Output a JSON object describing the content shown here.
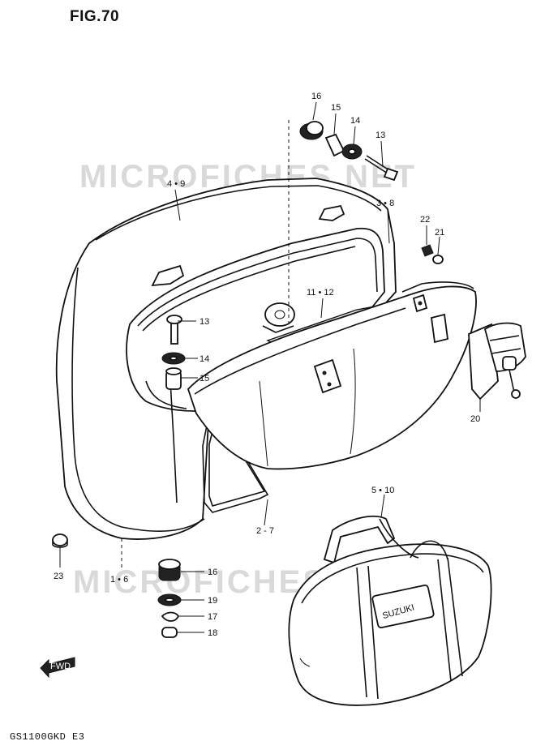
{
  "figure": {
    "title": "FIG.70",
    "footer": "GS1100GKD E3"
  },
  "watermark": "MICROFICHES.NET",
  "fwd_mark": "FWD",
  "bag_logo": "SUZUKI",
  "callouts": [
    {
      "id": "4-9",
      "label": "4 • 9"
    },
    {
      "id": "16-top",
      "label": "16"
    },
    {
      "id": "15-top",
      "label": "15"
    },
    {
      "id": "14-top",
      "label": "14"
    },
    {
      "id": "13-top",
      "label": "13"
    },
    {
      "id": "3-8",
      "label": "3 • 8"
    },
    {
      "id": "22",
      "label": "22"
    },
    {
      "id": "21",
      "label": "21"
    },
    {
      "id": "11-12",
      "label": "11 • 12"
    },
    {
      "id": "13-mid",
      "label": "13"
    },
    {
      "id": "14-mid",
      "label": "14"
    },
    {
      "id": "15-mid",
      "label": "15"
    },
    {
      "id": "20",
      "label": "20"
    },
    {
      "id": "5-10",
      "label": "5 • 10"
    },
    {
      "id": "2-7",
      "label": "2 - 7"
    },
    {
      "id": "23",
      "label": "23"
    },
    {
      "id": "1-6",
      "label": "1 • 6"
    },
    {
      "id": "16-bot",
      "label": "16"
    },
    {
      "id": "19",
      "label": "19"
    },
    {
      "id": "17",
      "label": "17"
    },
    {
      "id": "18",
      "label": "18"
    }
  ]
}
